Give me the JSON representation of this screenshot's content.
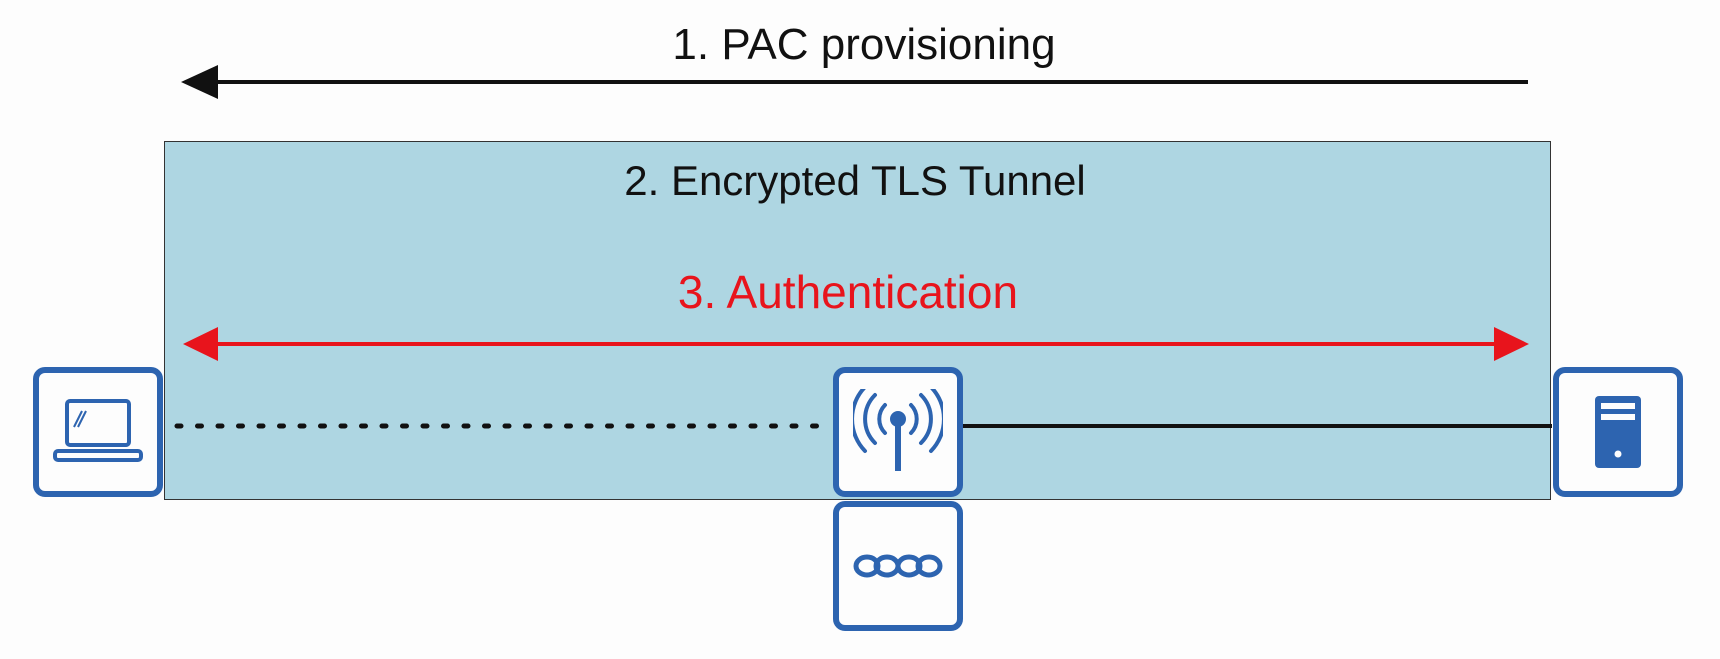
{
  "steps": {
    "pac_provisioning": "1. PAC provisioning",
    "tls_tunnel": "2. Encrypted TLS Tunnel",
    "authentication": "3. Authentication"
  },
  "colors": {
    "tunnel_fill": "#aed6e2",
    "icon_blue": "#2d64b0",
    "auth_red": "#e8141c"
  },
  "nodes": {
    "client": "laptop-icon",
    "access_point": "wireless-antenna-icon",
    "switch": "switch-icon",
    "server": "server-icon"
  }
}
